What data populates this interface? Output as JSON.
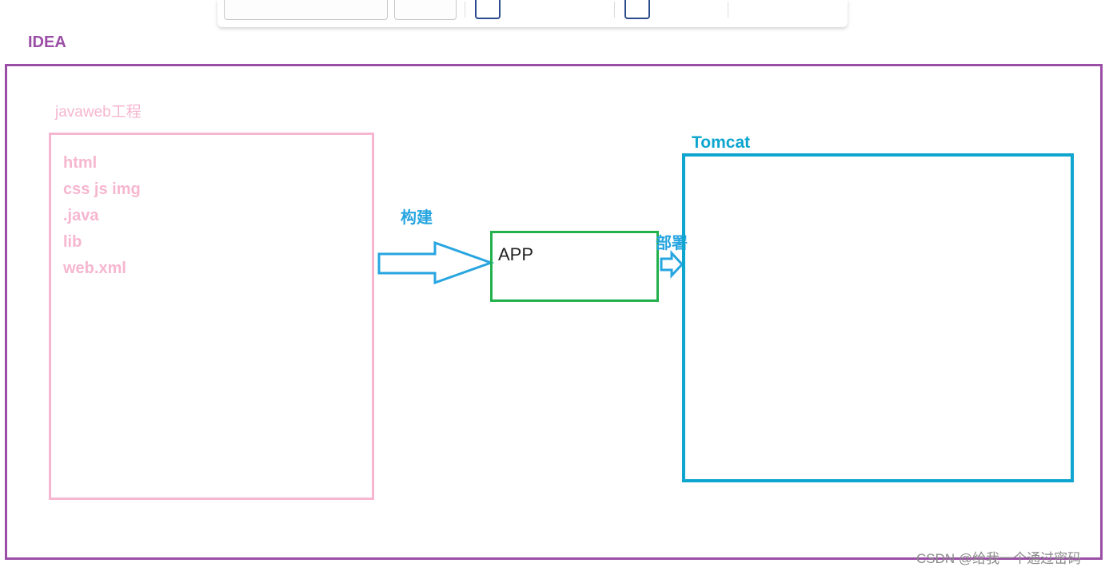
{
  "idea": {
    "label": "IDEA",
    "color": "#9b4ea6"
  },
  "project": {
    "label": "javaweb工程",
    "color": "#f6b6cf",
    "items": [
      "html",
      "css js img",
      ".java",
      "lib",
      "web.xml"
    ]
  },
  "build": {
    "label": "构建",
    "arrow_color": "#27a5e0"
  },
  "app": {
    "label": "APP",
    "border_color": "#22b14c"
  },
  "deploy": {
    "label": "部署",
    "arrow_color": "#27a5e0"
  },
  "tomcat": {
    "label": "Tomcat",
    "color": "#0ea5cf"
  },
  "watermark": {
    "text": "CSDN @给我一个通过密码"
  }
}
